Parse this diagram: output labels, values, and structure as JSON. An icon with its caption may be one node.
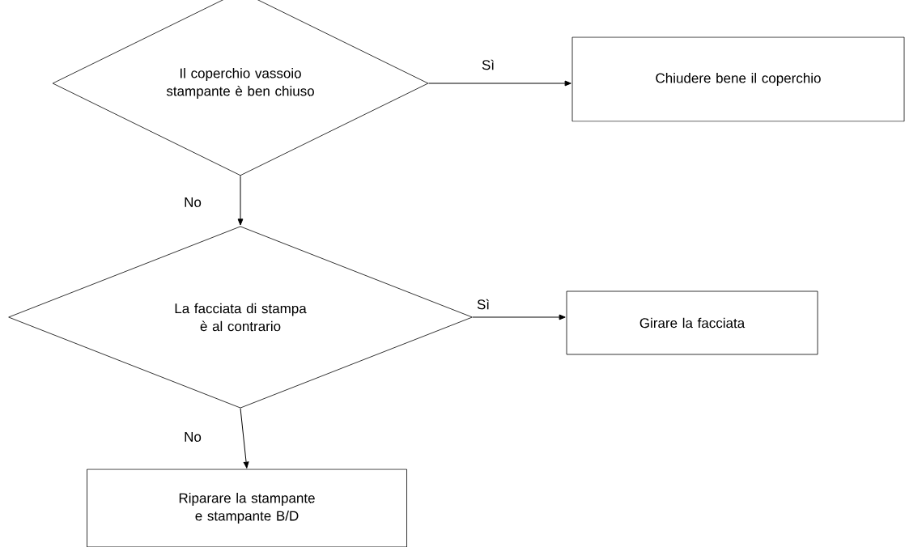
{
  "diagram": {
    "nodes": [
      {
        "text": [
          "Il coperchio vassoio stampante è ben chiuso"
        ]
      },
      {
        "text": [
          "Chiudere bene il coperchio"
        ]
      },
      {
        "text": [
          "La facciata di stampa è al contrario"
        ]
      },
      {
        "text": [
          "Girare la facciata"
        ]
      },
      {
        "text": [
          "Riparare la stampante e stampante B/D"
        ]
      }
    ],
    "edges": [
      {
        "from": 0,
        "to": 1,
        "arrow": "to",
        "label": "Sì"
      },
      {
        "from": 0,
        "to": 2,
        "arrow": "to",
        "label": "No"
      },
      {
        "from": 2,
        "to": 3,
        "arrow": "to",
        "label": "Sì"
      },
      {
        "from": 2,
        "to": 4,
        "arrow": "to",
        "label": "No"
      }
    ]
  }
}
